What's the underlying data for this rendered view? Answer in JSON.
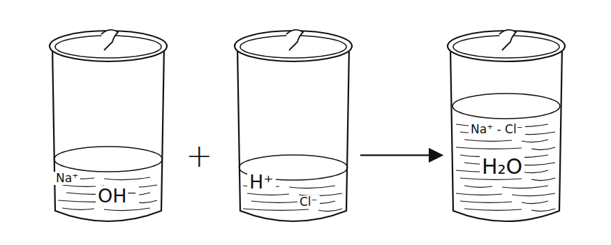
{
  "diagram": {
    "nodes": [
      {
        "text": [
          "Na⁺",
          "OH⁻"
        ]
      },
      {
        "text": [
          "H⁺",
          "Cl⁻"
        ]
      },
      {
        "text": [
          "Na⁺ - Cl⁻",
          "H₂O"
        ]
      }
    ],
    "edges": [
      {
        "from": 1,
        "to": 2,
        "arrow": "to"
      }
    ],
    "labels": [
      "+"
    ]
  }
}
